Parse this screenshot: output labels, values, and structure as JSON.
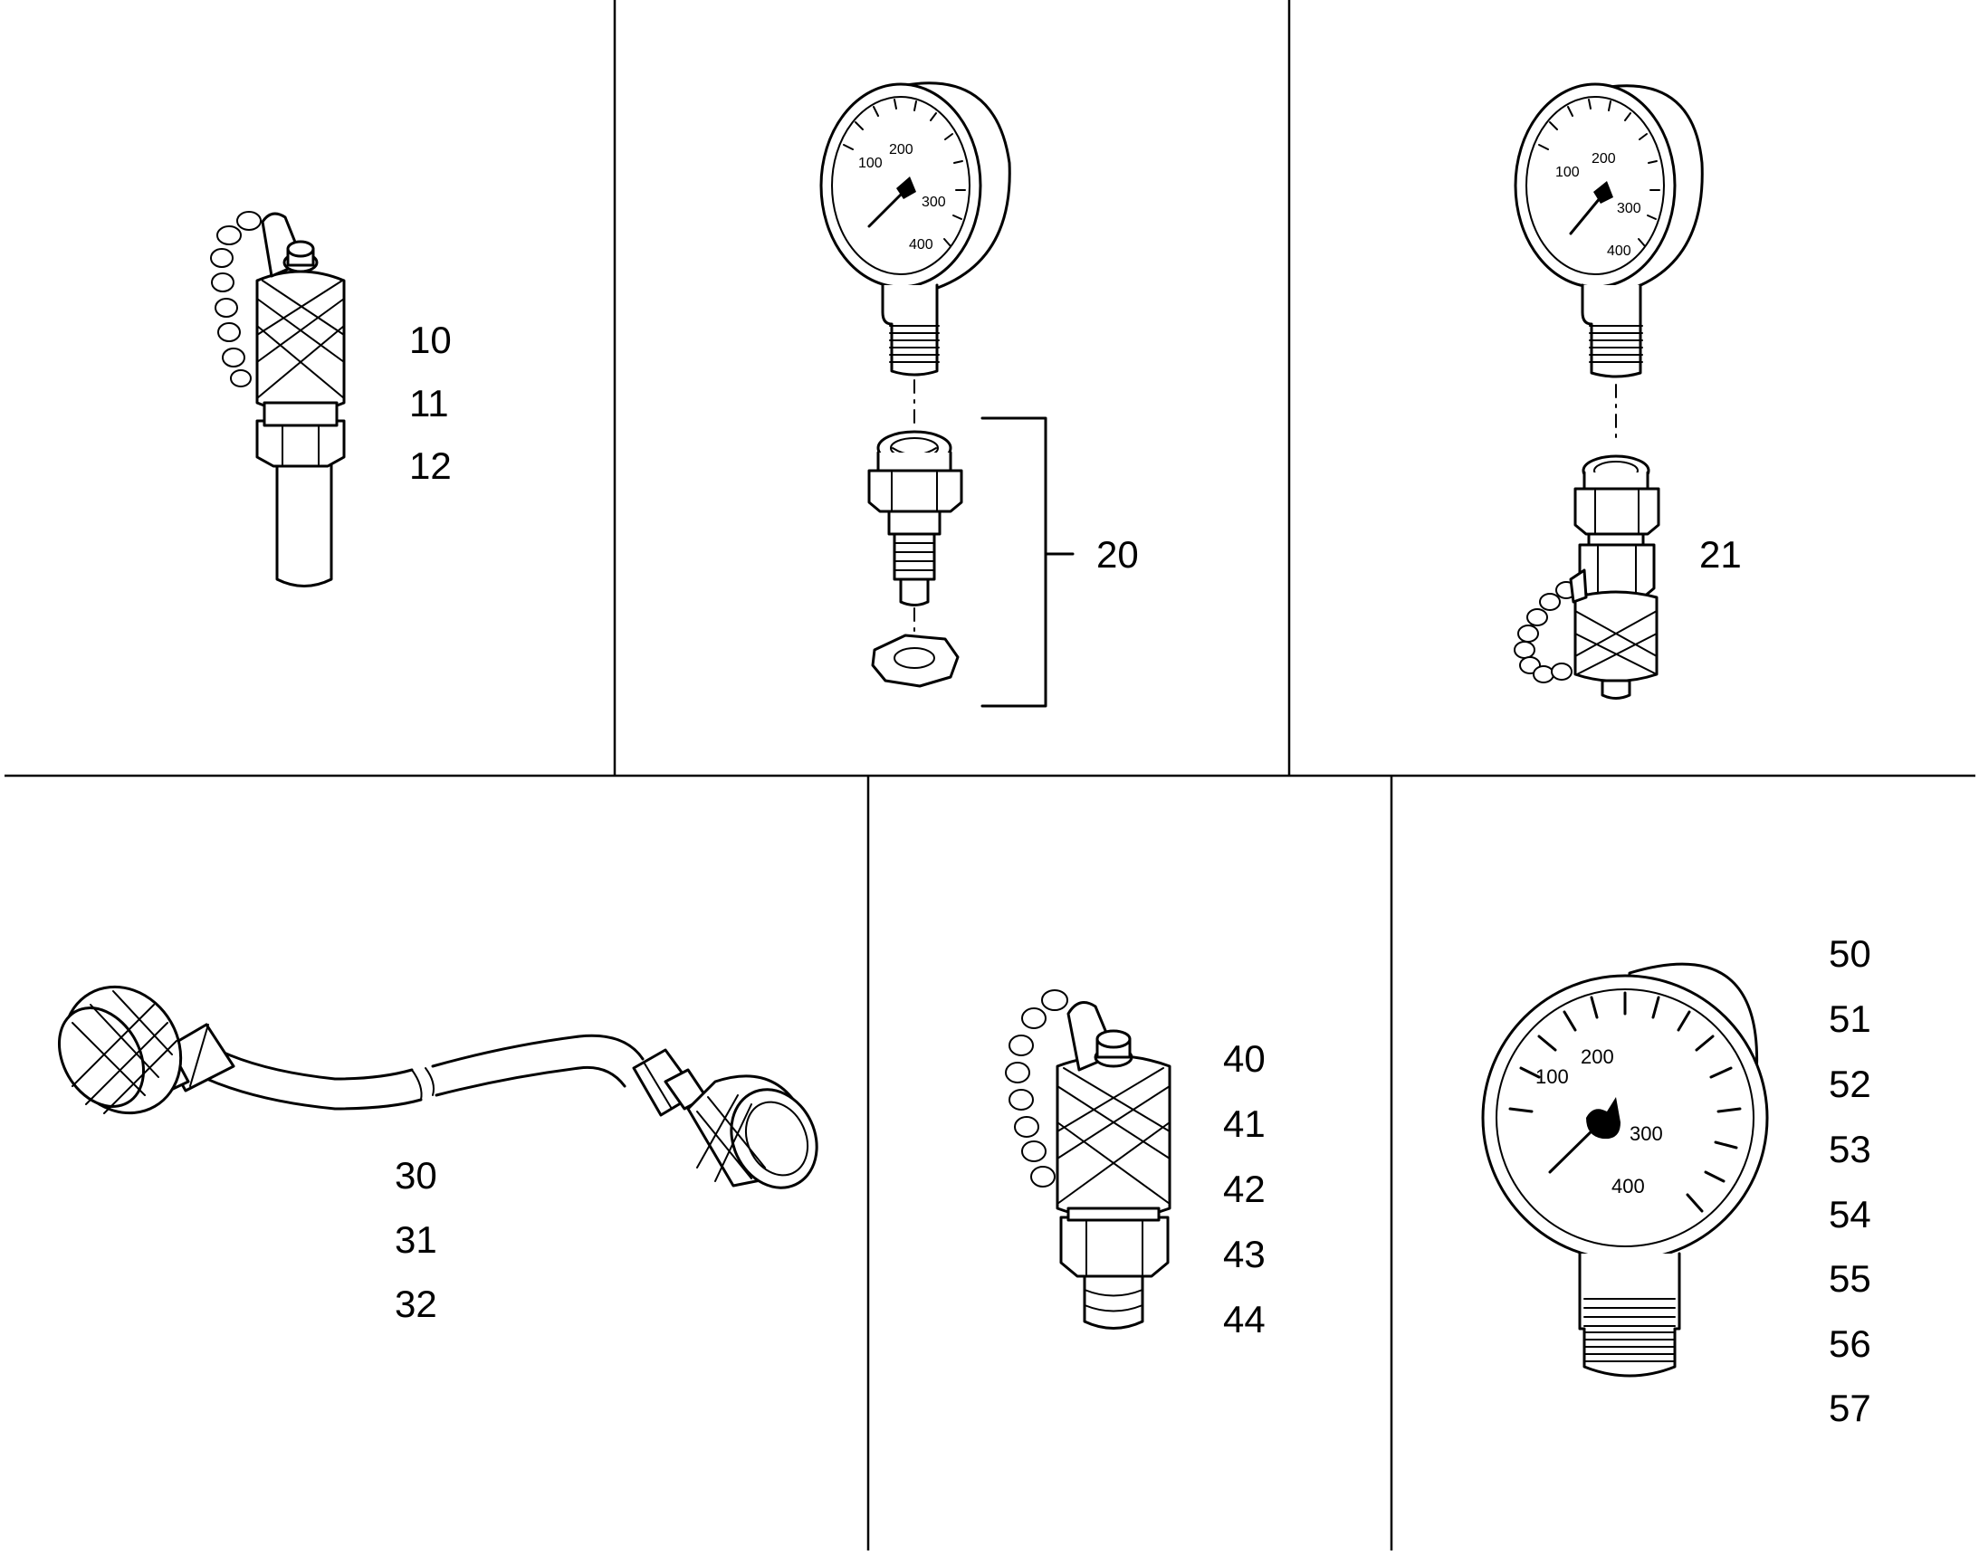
{
  "figure": {
    "panels": [
      {
        "id": "coupling-with-cap",
        "labels": [
          "10",
          "11",
          "12"
        ]
      },
      {
        "id": "gauge-with-adapter",
        "labels": [
          "20"
        ],
        "gauge_scale": [
          "100",
          "200",
          "300",
          "400"
        ]
      },
      {
        "id": "gauge-with-test-coupling",
        "labels": [
          "21"
        ],
        "gauge_scale": [
          "100",
          "200",
          "300",
          "400"
        ]
      },
      {
        "id": "hose-assembly",
        "labels": [
          "30",
          "31",
          "32"
        ]
      },
      {
        "id": "test-coupling",
        "labels": [
          "40",
          "41",
          "42",
          "43",
          "44"
        ]
      },
      {
        "id": "pressure-gauge",
        "labels": [
          "50",
          "51",
          "52",
          "53",
          "54",
          "55",
          "56",
          "57"
        ],
        "gauge_scale": [
          "100",
          "200",
          "300",
          "400"
        ]
      }
    ]
  },
  "colors": {
    "line": "#000000",
    "background": "#ffffff"
  }
}
